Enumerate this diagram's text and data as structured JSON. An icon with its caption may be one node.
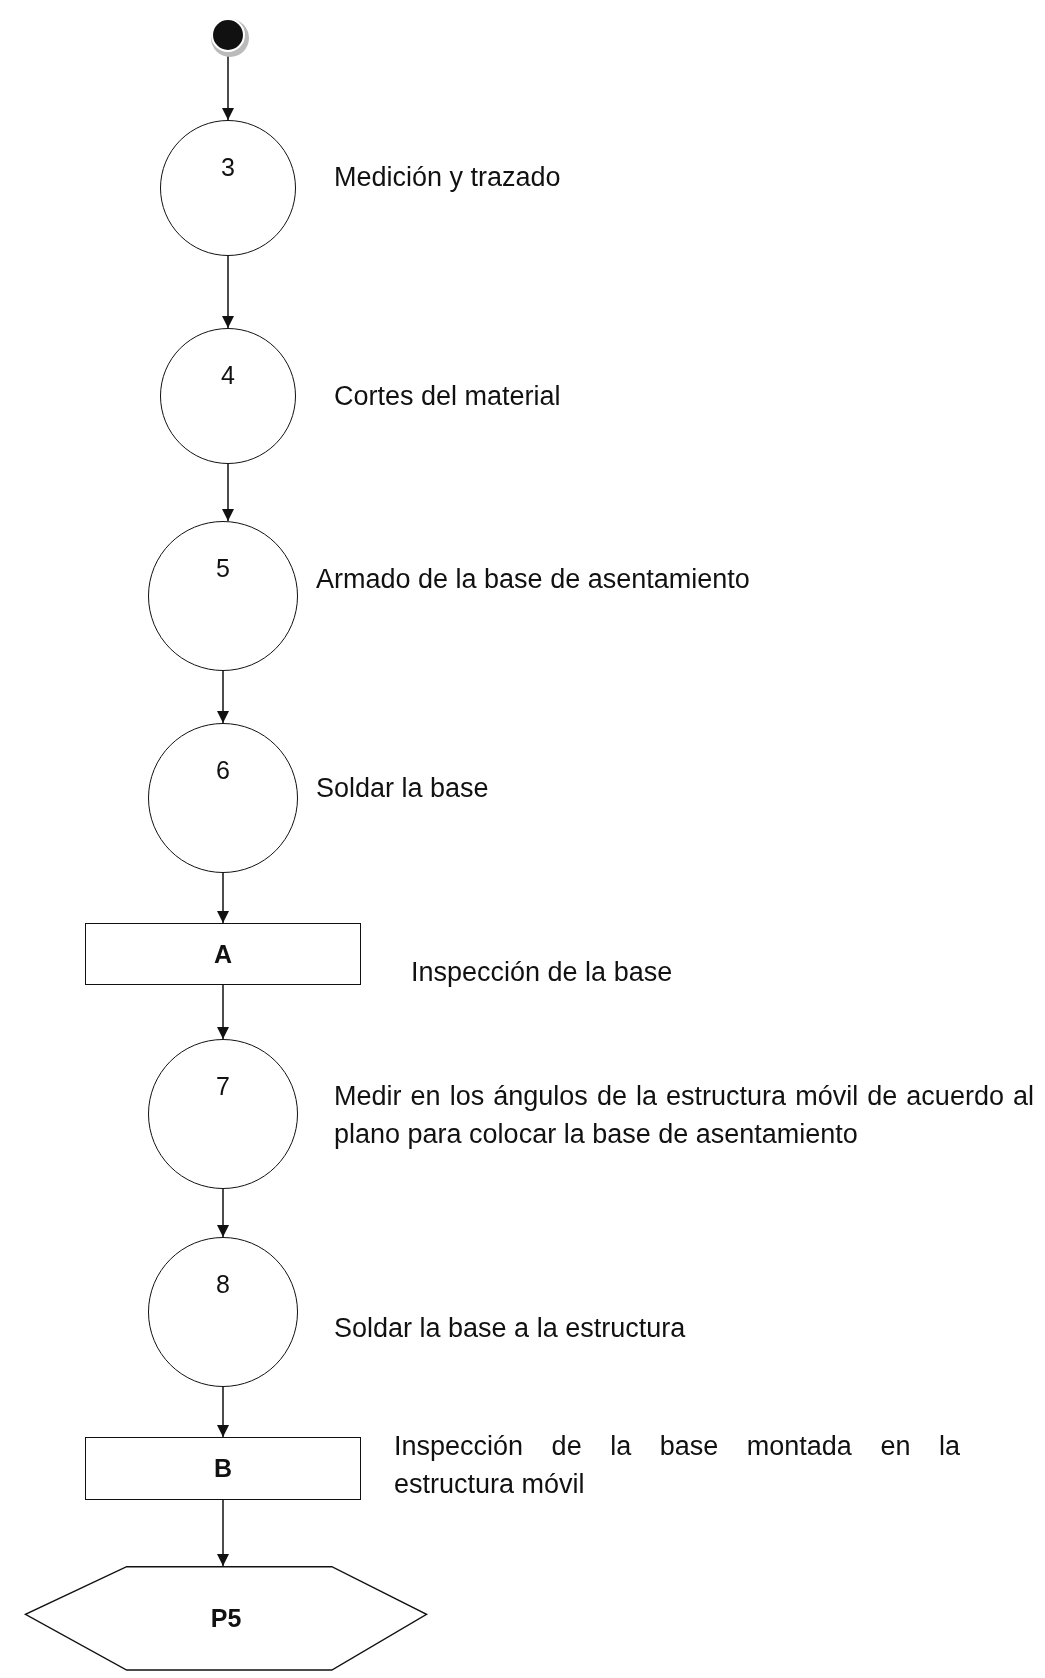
{
  "diagram": {
    "nodes": [
      {
        "text": [],
        "shape": "circle"
      },
      {
        "text": [
          "3"
        ],
        "beside": [
          "Medición y trazado"
        ]
      },
      {
        "text": [
          "4"
        ],
        "beside": [
          "Cortes del material"
        ]
      },
      {
        "text": [
          "5"
        ],
        "beside": [
          "Armado de la base de asentamiento"
        ]
      },
      {
        "text": [
          "6"
        ],
        "beside": [
          "Soldar la base"
        ]
      },
      {
        "text": [
          "A"
        ],
        "beside": [
          "Inspección de la base"
        ]
      },
      {
        "text": [
          "7"
        ],
        "beside": [
          "Medir en los ángulos de la estructura móvil de acuerdo al plano para colocar la base de asentamiento"
        ]
      },
      {
        "text": [
          "8"
        ],
        "beside": [
          "Soldar la base a la estructura"
        ]
      },
      {
        "text": [
          "B"
        ],
        "beside": [
          "Inspección de la base montada en la estructura móvil"
        ]
      },
      {
        "text": [
          "P5"
        ]
      }
    ],
    "edges": [
      {
        "from": 0,
        "to": 1,
        "arrow": "to"
      },
      {
        "from": 1,
        "to": 2,
        "arrow": "to"
      },
      {
        "from": 2,
        "to": 3,
        "arrow": "to"
      },
      {
        "from": 3,
        "to": 4,
        "arrow": "to"
      },
      {
        "from": 4,
        "to": 5,
        "arrow": "to"
      },
      {
        "from": 5,
        "to": 6,
        "arrow": "to"
      },
      {
        "from": 6,
        "to": 7,
        "arrow": "to"
      },
      {
        "from": 7,
        "to": 8,
        "arrow": "to"
      },
      {
        "from": 8,
        "to": 9,
        "arrow": "to"
      }
    ]
  }
}
